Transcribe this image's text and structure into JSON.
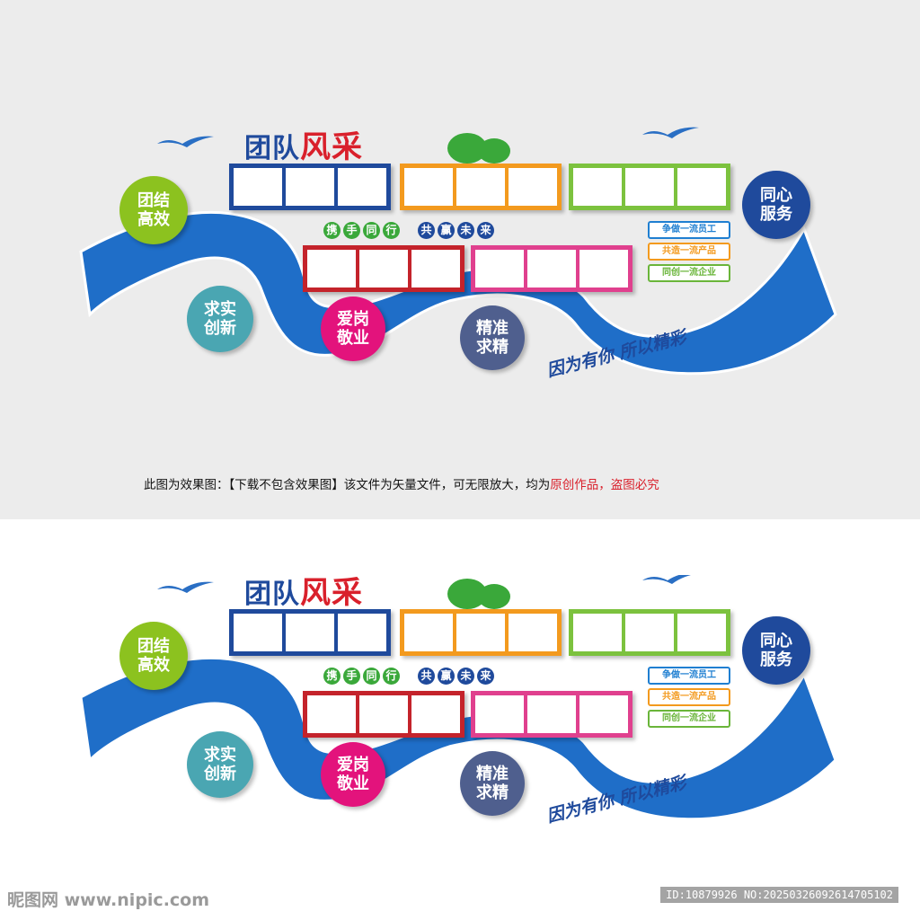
{
  "title": {
    "part1": "团队",
    "part2": "风采"
  },
  "circles": [
    {
      "text": "团结高效",
      "line1": "团结",
      "line2": "高效",
      "color": "#8cc21f"
    },
    {
      "text": "求实创新",
      "line1": "求实",
      "line2": "创新",
      "color": "#4aa6b2"
    },
    {
      "text": "爱岗敬业",
      "line1": "爱岗",
      "line2": "敬业",
      "color": "#e3137c"
    },
    {
      "text": "精准求精",
      "line1": "精准",
      "line2": "求精",
      "color": "#4f5f8e"
    },
    {
      "text": "同心服务",
      "line1": "同心",
      "line2": "服务",
      "color": "#1f4a9c"
    }
  ],
  "slogans": {
    "left": [
      "携",
      "手",
      "同",
      "行"
    ],
    "left_color": "#3aa83a",
    "right": [
      "共",
      "赢",
      "未",
      "来"
    ],
    "right_color": "#1f4a9c"
  },
  "badges": [
    {
      "text": "争做一流员工",
      "color": "#1f7fd1"
    },
    {
      "text": "共造一流产品",
      "color": "#f39a1e"
    },
    {
      "text": "同创一流企业",
      "color": "#6ab53a"
    }
  ],
  "motto": "因为有你 所以精彩",
  "frame_colors": {
    "blue": "#1f4a9c",
    "orange": "#f39a1e",
    "green": "#7cc23e",
    "red": "#c4232b",
    "pink": "#e0408e"
  },
  "notice": {
    "prefix": "此图为效果图：【下载不包含效果图】该文件为矢量文件，可无限放大，均为",
    "red": "原创作品，盗图必究"
  },
  "footer": {
    "logo": "昵图网 www.nipic.com",
    "id": "ID:10879926 NO:20250326092614705102"
  }
}
